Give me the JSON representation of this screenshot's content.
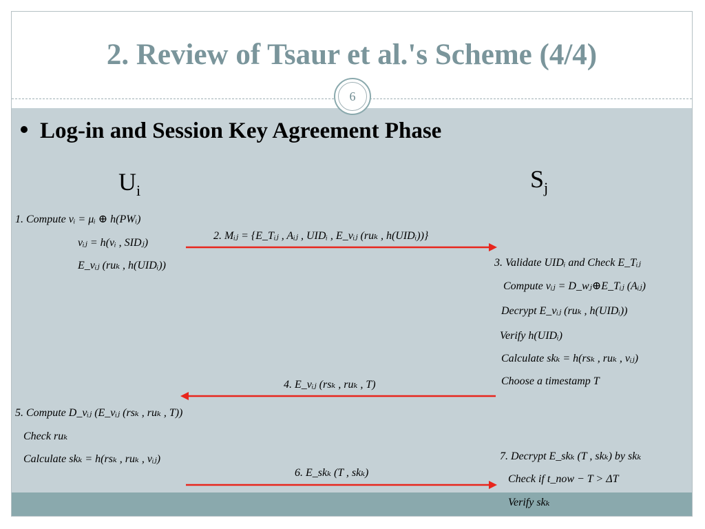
{
  "slide": {
    "title": "2. Review of Tsaur et al.'s Scheme (4/4)",
    "page_number": "6",
    "bullet": "Log-in and Session Key Agreement Phase"
  },
  "parties": {
    "user": "U",
    "user_sub": "i",
    "server": "S",
    "server_sub": "j"
  },
  "user_steps": {
    "s1_l1": "1. Compute   vᵢ = μᵢ ⊕ h(PWᵢ)",
    "s1_l2": "vᵢⱼ = h(vᵢ , SIDⱼ)",
    "s1_l3": "E_vᵢⱼ (ruₖ , h(UIDᵢ))",
    "s5_l1": "5. Compute   D_vᵢⱼ (E_vᵢⱼ (rsₖ , ruₖ , T))",
    "s5_l2": "Check  ruₖ",
    "s5_l3": "Calculate  skₖ = h(rsₖ , ruₖ , vᵢⱼ)"
  },
  "messages": {
    "m2": "2. Mᵢⱼ = {E_Tᵢⱼ , Aᵢⱼ , UIDᵢ , E_vᵢⱼ (ruₖ , h(UIDᵢ))}",
    "m4": "4. E_vᵢⱼ (rsₖ , ruₖ , T)",
    "m6": "6. E_skₖ (T , skₖ)"
  },
  "server_steps": {
    "s3_l1": "3. Validate UIDᵢ  and  Check  E_Tᵢⱼ",
    "s3_l2": "Compute  vᵢⱼ = D_wⱼ⊕E_Tᵢⱼ (Aᵢⱼ)",
    "s3_l3": "Decrypt  E_vᵢⱼ (ruₖ , h(UIDᵢ))",
    "s3_l4": "Verify  h(UIDᵢ)",
    "s3_l5": "Calculate  skₖ = h(rsₖ , ruₖ , vᵢⱼ)",
    "s3_l6": "Choose  a  timestamp  T",
    "s7_l1": "7. Decrypt  E_skₖ (T , skₖ)  by  skₖ",
    "s7_l2": "Check  if  t_now − T > ΔT",
    "s7_l3": "Verify  skₖ"
  },
  "colors": {
    "title": "#7a959b",
    "panel": "#c5d1d6",
    "footer": "#8aa9ad",
    "arrow": "#e8251c"
  }
}
